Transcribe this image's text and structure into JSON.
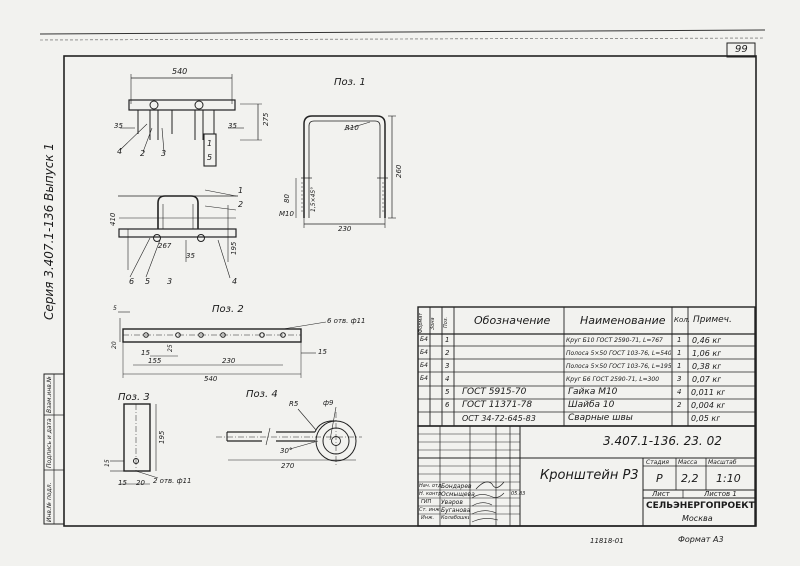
{
  "sheet_number": "99",
  "series_label": "Серия 3.407.1-136  Выпуск 1",
  "left_stamp": [
    "Инв.№ подл.",
    "Подпись и дата",
    "Взам.инв.№"
  ],
  "assembly": {
    "top_dims": {
      "width": "540",
      "height": "275",
      "left_off": "35",
      "right_off": "35"
    },
    "top_callouts": [
      "4",
      "2",
      "3",
      "1",
      "5"
    ],
    "plan_dims": {
      "depth": "410",
      "inner": "267",
      "offset": "35",
      "right": "195"
    },
    "plan_callouts": [
      "1",
      "2",
      "6",
      "5",
      "3",
      "4"
    ]
  },
  "pos1": {
    "title": "Поз. 1",
    "radius": "R10",
    "height": "260",
    "thread_len": "80",
    "chamfer": "1,5×45°",
    "thread": "M10",
    "width": "230"
  },
  "pos2": {
    "title": "Поз. 2",
    "hole_note": "6 отв. ф11",
    "left_small": "20",
    "top_small": "5",
    "edge15a": "15",
    "edge15b": "15",
    "mid25": "25",
    "d155": "155",
    "d230": "230",
    "d540": "540"
  },
  "pos3": {
    "title": "Поз. 3",
    "height": "195",
    "top15": "15",
    "bottom15": "15",
    "hole_note": "2 отв. ф11",
    "small20": "20"
  },
  "pos4": {
    "title": "Поз. 4",
    "radius": "R5",
    "dia": "ф9",
    "angle": "30°",
    "length": "270"
  },
  "spec_table": {
    "headers": [
      "Формат",
      "Зона",
      "Поз.",
      "Обозначение",
      "Наименование",
      "Кол.",
      "Примеч."
    ],
    "rows": [
      {
        "fmt": "Б4",
        "zone": "",
        "pos": "1",
        "designation": "",
        "name": "Круг Б10 ГОСТ 2590-71, L=767",
        "qty": "1",
        "note": "0,46 кг"
      },
      {
        "fmt": "Б4",
        "zone": "",
        "pos": "2",
        "designation": "",
        "name": "Полоса 5×50 ГОСТ 103-76, L=540",
        "qty": "1",
        "note": "1,06 кг"
      },
      {
        "fmt": "Б4",
        "zone": "",
        "pos": "3",
        "designation": "",
        "name": "Полоса 5×50 ГОСТ 103-76, L=195",
        "qty": "1",
        "note": "0,38 кг"
      },
      {
        "fmt": "Б4",
        "zone": "",
        "pos": "4",
        "designation": "",
        "name": "Круг Б6 ГОСТ 2590-71, L=300",
        "qty": "3",
        "note": "0,07 кг"
      },
      {
        "fmt": "",
        "zone": "",
        "pos": "5",
        "designation": "ГОСТ 5915-70",
        "name": "Гайка  М10",
        "qty": "4",
        "note": "0,011 кг"
      },
      {
        "fmt": "",
        "zone": "",
        "pos": "6",
        "designation": "ГОСТ 11371-78",
        "name": "Шайба  10",
        "qty": "2",
        "note": "0,004 кг"
      },
      {
        "fmt": "",
        "zone": "",
        "pos": "",
        "designation": "ОСТ 34-72-645-83",
        "name": "Сварные  швы",
        "qty": "",
        "note": "0,05 кг"
      }
    ]
  },
  "title_block": {
    "doc_code": "3.407.1-136. 23. 02",
    "item_name": "Кронштейн  Р3",
    "col_headers": [
      "Стадия",
      "Масса",
      "Масштаб"
    ],
    "stage": "Р",
    "mass": "2,2",
    "scale": "1:10",
    "sheet_label": "Лист",
    "sheets_label": "Листов 1",
    "org": "СЕЛЬЭНЕРГОПРОЕКТ",
    "city": "Москва",
    "signers": [
      {
        "role": "Нач. отд.",
        "name": "Бондарев"
      },
      {
        "role": "Н. контр.",
        "name": "Осмыщева"
      },
      {
        "role": "ГИП",
        "name": "Уваров"
      },
      {
        "role": "Ст. инж.",
        "name": "Буганова"
      },
      {
        "role": "Инж.",
        "name": "Колабошкина"
      }
    ],
    "date_note": "05.83"
  },
  "footer": {
    "code": "11818-01",
    "format": "Формат А3"
  }
}
